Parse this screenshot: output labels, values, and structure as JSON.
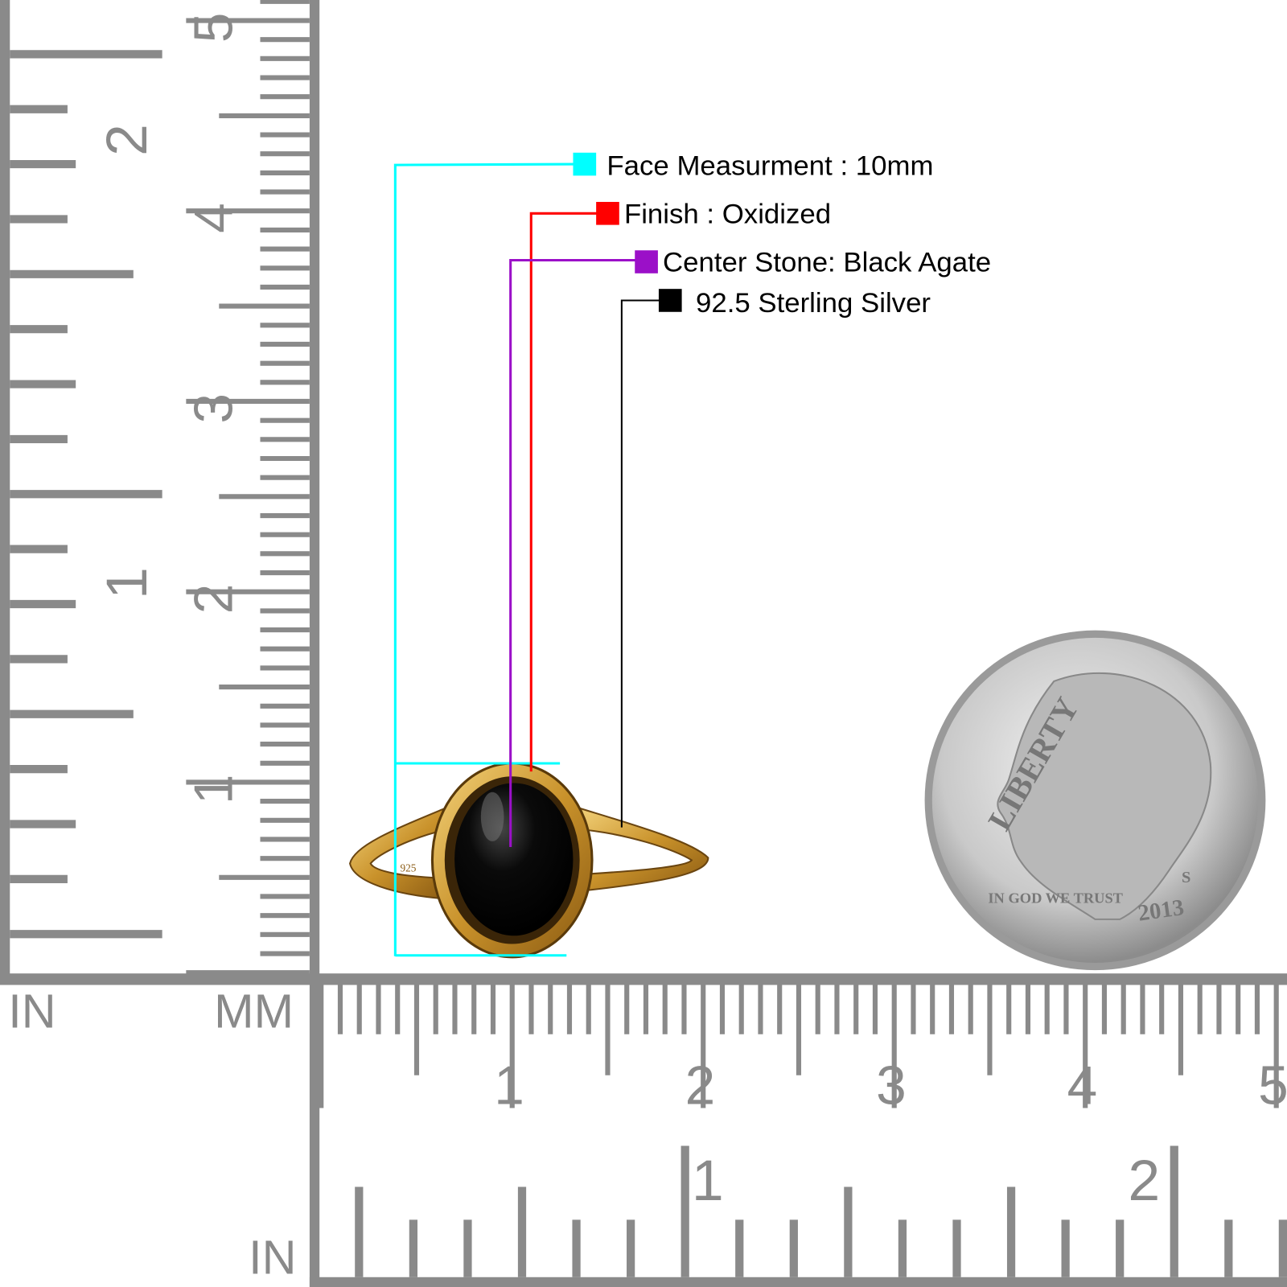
{
  "specs": [
    {
      "label": "Face Measurment : 10mm",
      "color": "#00ffff"
    },
    {
      "label": "Finish : Oxidized",
      "color": "#ff0000"
    },
    {
      "label": "Center Stone: Black Agate",
      "color": "#9b10c8"
    },
    {
      "label": "92.5 Sterling Silver",
      "color": "#000000"
    }
  ],
  "ruler": {
    "unit_in": "IN",
    "unit_mm": "MM",
    "unit_in_bottom": "IN",
    "mm_labels": [
      "1",
      "2",
      "3",
      "4",
      "5"
    ],
    "in_labels": [
      "1",
      "2"
    ],
    "color": "#8a8a8a"
  },
  "coin": {
    "motto_top": "LIBERTY",
    "motto_bottom": "IN GOD WE TRUST",
    "year": "2013",
    "mint": "S"
  },
  "ring": {
    "stamp": "925",
    "metal_color": "#d4a032",
    "stone_color": "#0a0a0a"
  }
}
